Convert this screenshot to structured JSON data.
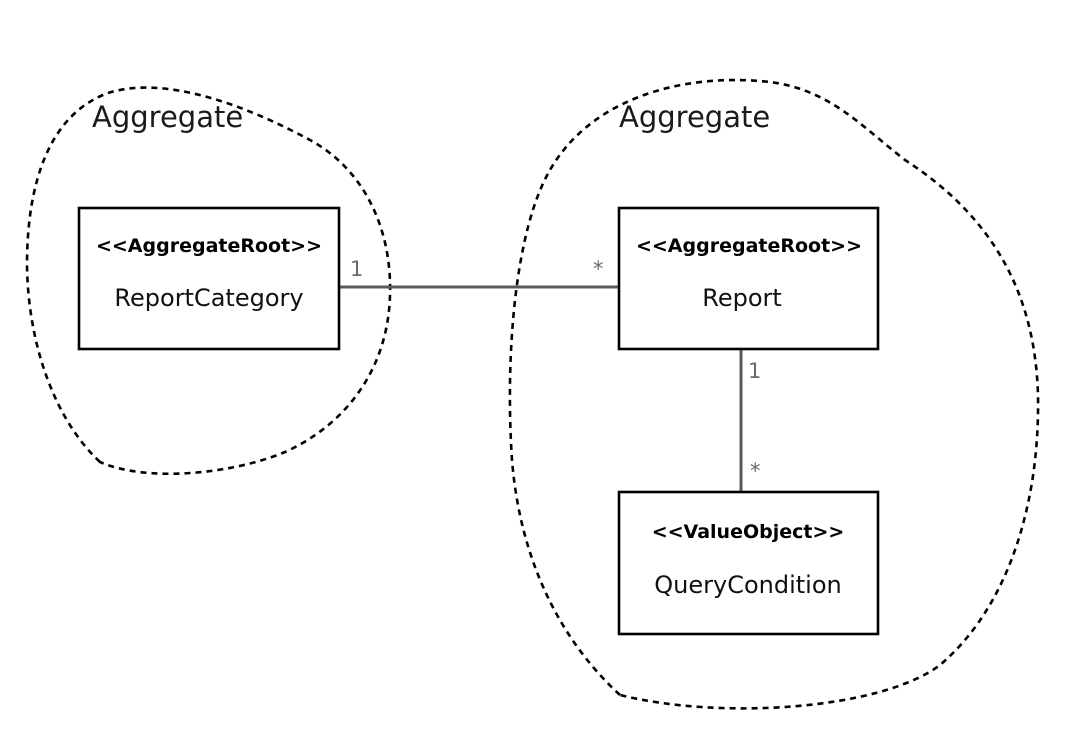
{
  "aggregates": [
    {
      "label": "Aggregate"
    },
    {
      "label": "Aggregate"
    }
  ],
  "classes": {
    "report_category": {
      "stereotype": "<<AggregateRoot>>",
      "name": "ReportCategory"
    },
    "report": {
      "stereotype": "<<AggregateRoot>>",
      "name": "Report"
    },
    "query_condition": {
      "stereotype": "<<ValueObject>>",
      "name": "QueryCondition"
    }
  },
  "associations": {
    "category_report": {
      "source_multiplicity": "1",
      "target_multiplicity": "*"
    },
    "report_condition": {
      "source_multiplicity": "1",
      "target_multiplicity": "*"
    }
  },
  "colors": {
    "line": "#5a5a5a",
    "multiplicity": "#6b6b6b",
    "boundary": "#000000"
  }
}
